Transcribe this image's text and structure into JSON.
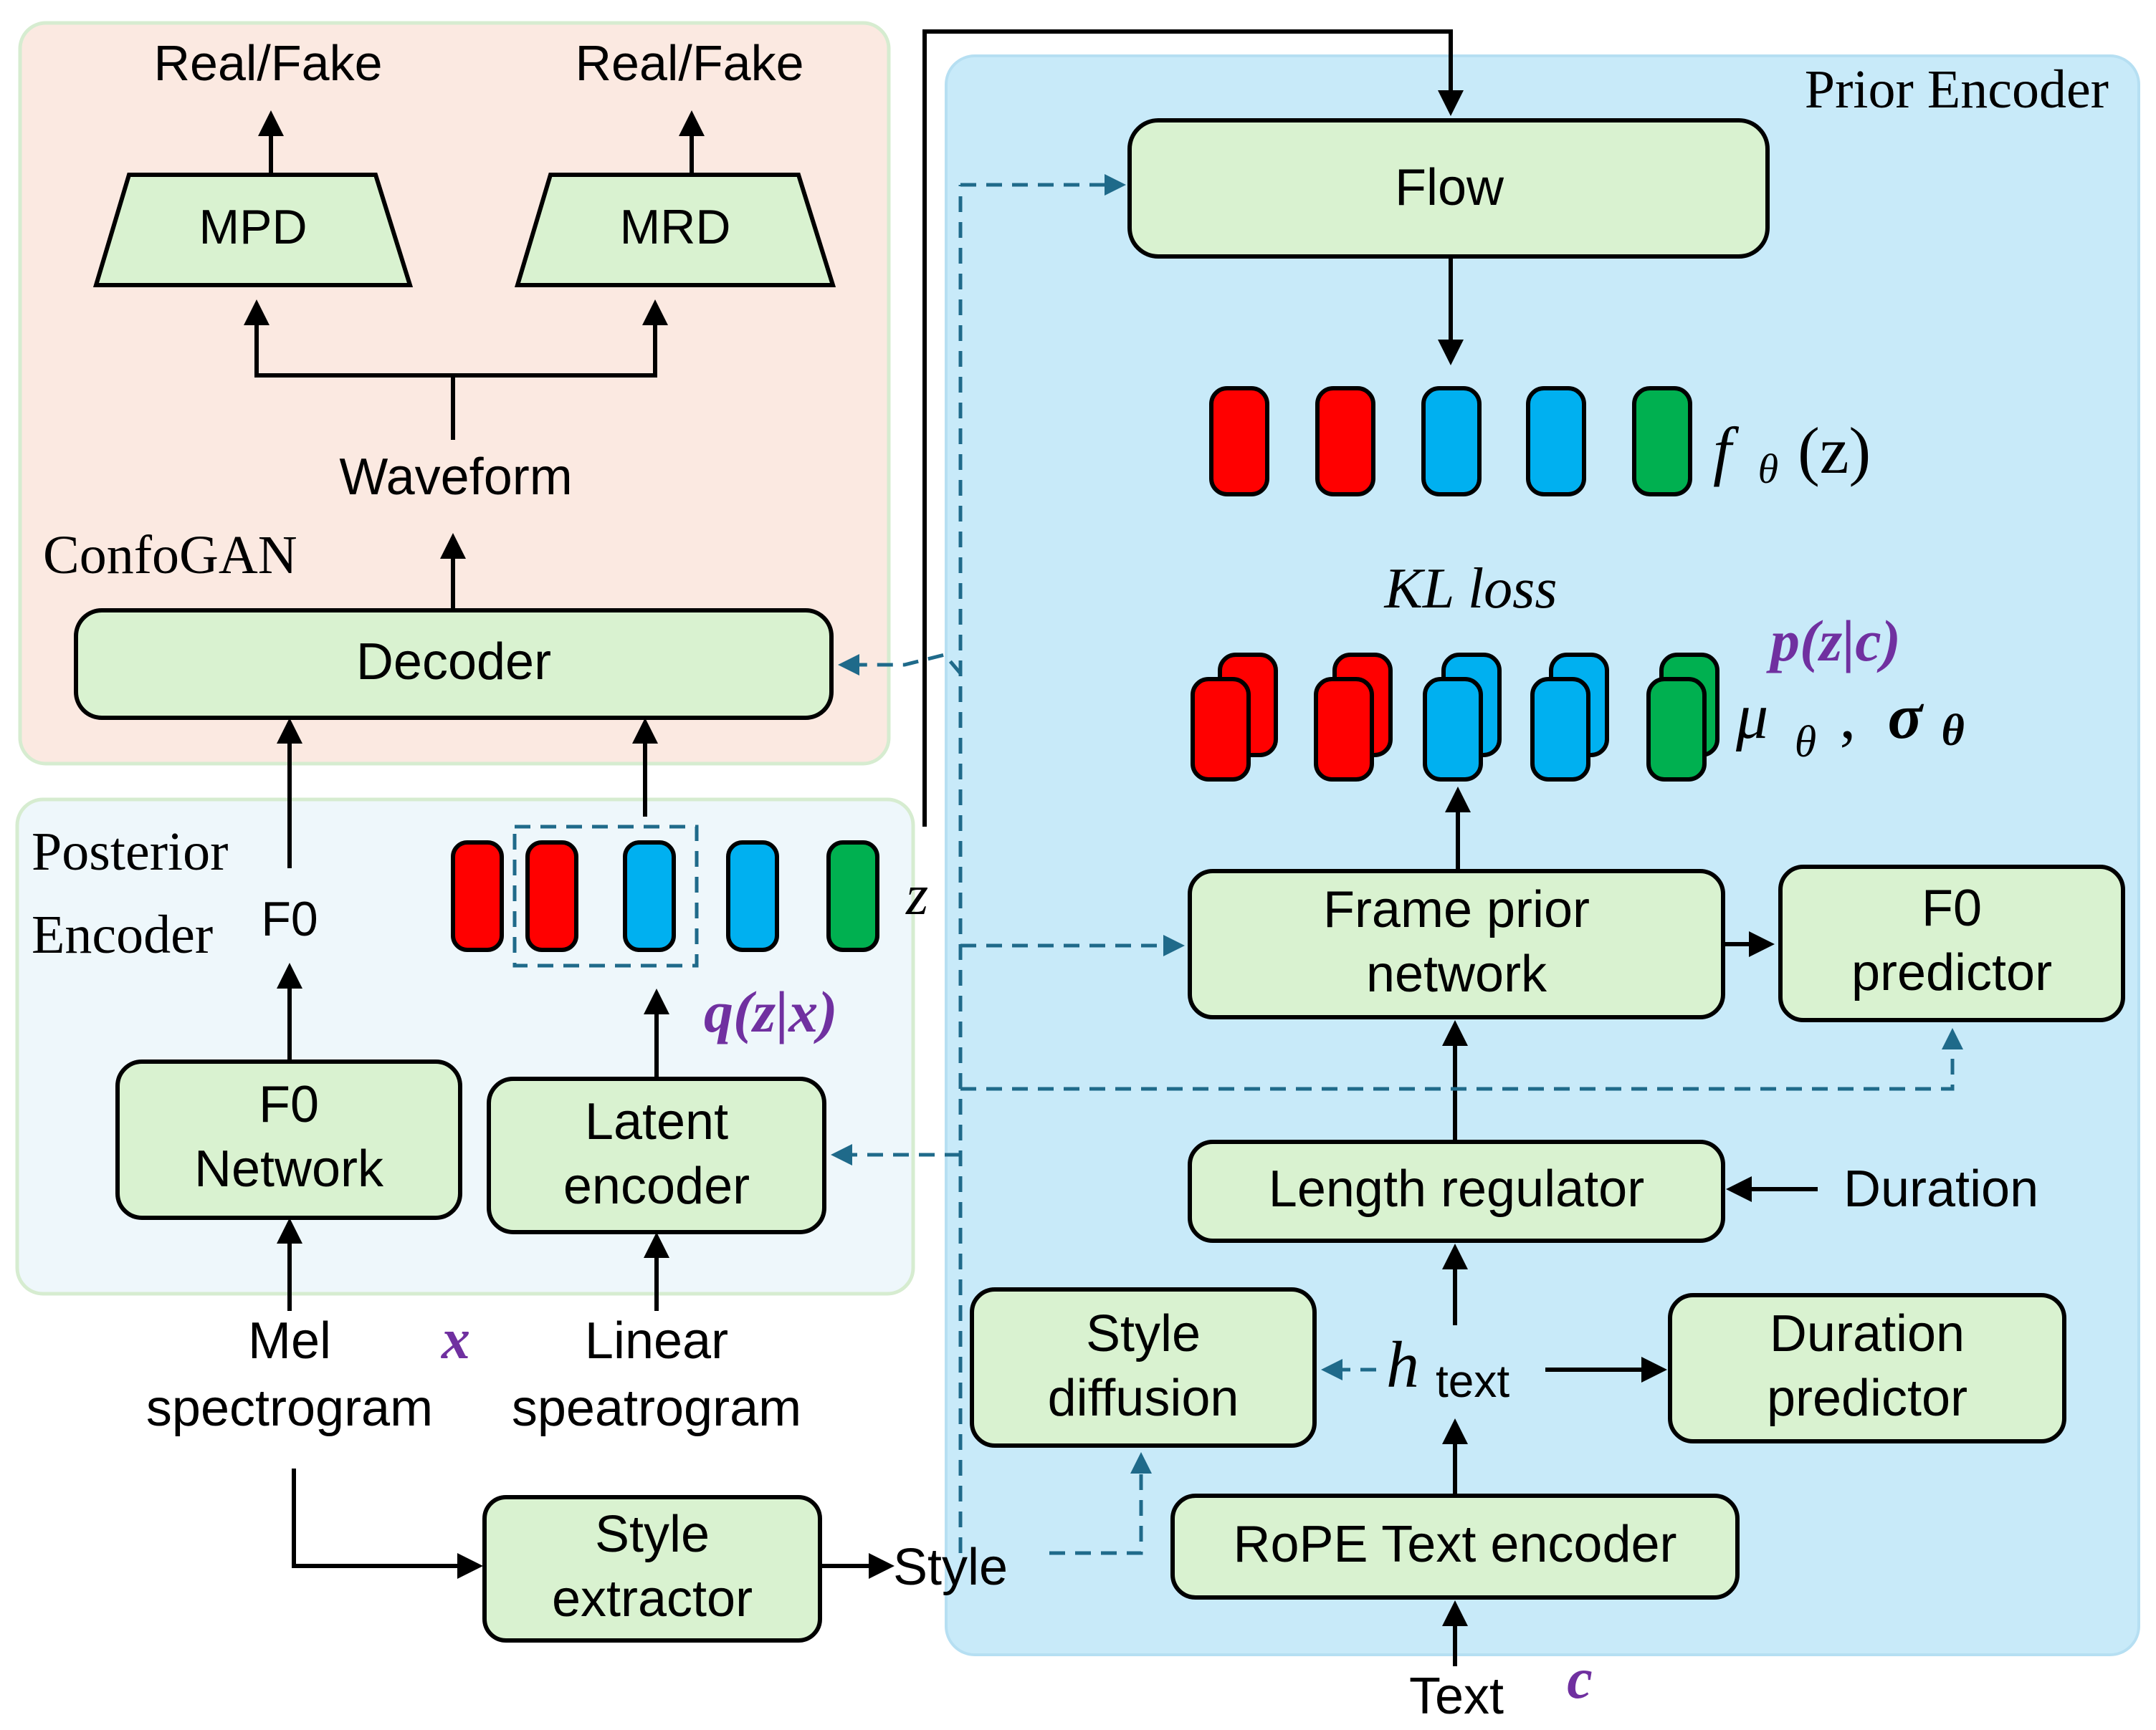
{
  "colors": {
    "gan_panel": "#fbe9e1",
    "posterior_panel": "#eef7fb",
    "prior_panel": "#c8eaf9",
    "block_fill": "#d9f2d0",
    "red": "#ff0000",
    "blue": "#00b0f0",
    "green": "#00b050",
    "purple": "#7030a0",
    "dashed_arrow": "#1f6a8a"
  },
  "regions": {
    "confogan": "ConfoGAN",
    "posterior_line1": "Posterior",
    "posterior_line2": "Encoder",
    "prior": "Prior Encoder"
  },
  "blocks": {
    "mpd": "MPD",
    "mrd": "MRD",
    "decoder": "Decoder",
    "f0_network": [
      "F0",
      "Network"
    ],
    "latent_encoder": [
      "Latent",
      "encoder"
    ],
    "style_extractor": [
      "Style",
      "extractor"
    ],
    "flow": "Flow",
    "frame_prior": [
      "Frame prior",
      "network"
    ],
    "f0_predictor": [
      "F0",
      "predictor"
    ],
    "length_regulator": "Length regulator",
    "style_diffusion": [
      "Style",
      "diffusion"
    ],
    "duration_predictor": [
      "Duration",
      "predictor"
    ],
    "rope_text_encoder": "RoPE Text encoder"
  },
  "labels": {
    "real_fake_left": "Real/Fake",
    "real_fake_right": "Real/Fake",
    "waveform": "Waveform",
    "f0": "F0",
    "mel": [
      "Mel",
      "spectrogram"
    ],
    "linear": [
      "Linear",
      "speatrogram"
    ],
    "style": "Style",
    "text": "Text",
    "duration": "Duration",
    "z": "z",
    "x": "x",
    "c": "c",
    "q_zx": "q(z|x)",
    "p_zc": "p(z|c)",
    "kl_loss": "KL loss",
    "f_theta_f": "f",
    "f_theta_sub": "θ",
    "f_theta_arg": "(z)",
    "mu": "μ",
    "mu_sub": "θ",
    "comma": ",",
    "sigma": "σ",
    "sigma_sub": "θ",
    "h": "h",
    "h_sub": "text"
  },
  "latent_tokens": {
    "posterior": [
      "red",
      "red",
      "blue",
      "blue",
      "green"
    ],
    "flow_out": [
      "red",
      "red",
      "blue",
      "blue",
      "green"
    ],
    "prior_stats": [
      "red",
      "red",
      "blue",
      "blue",
      "green"
    ]
  }
}
